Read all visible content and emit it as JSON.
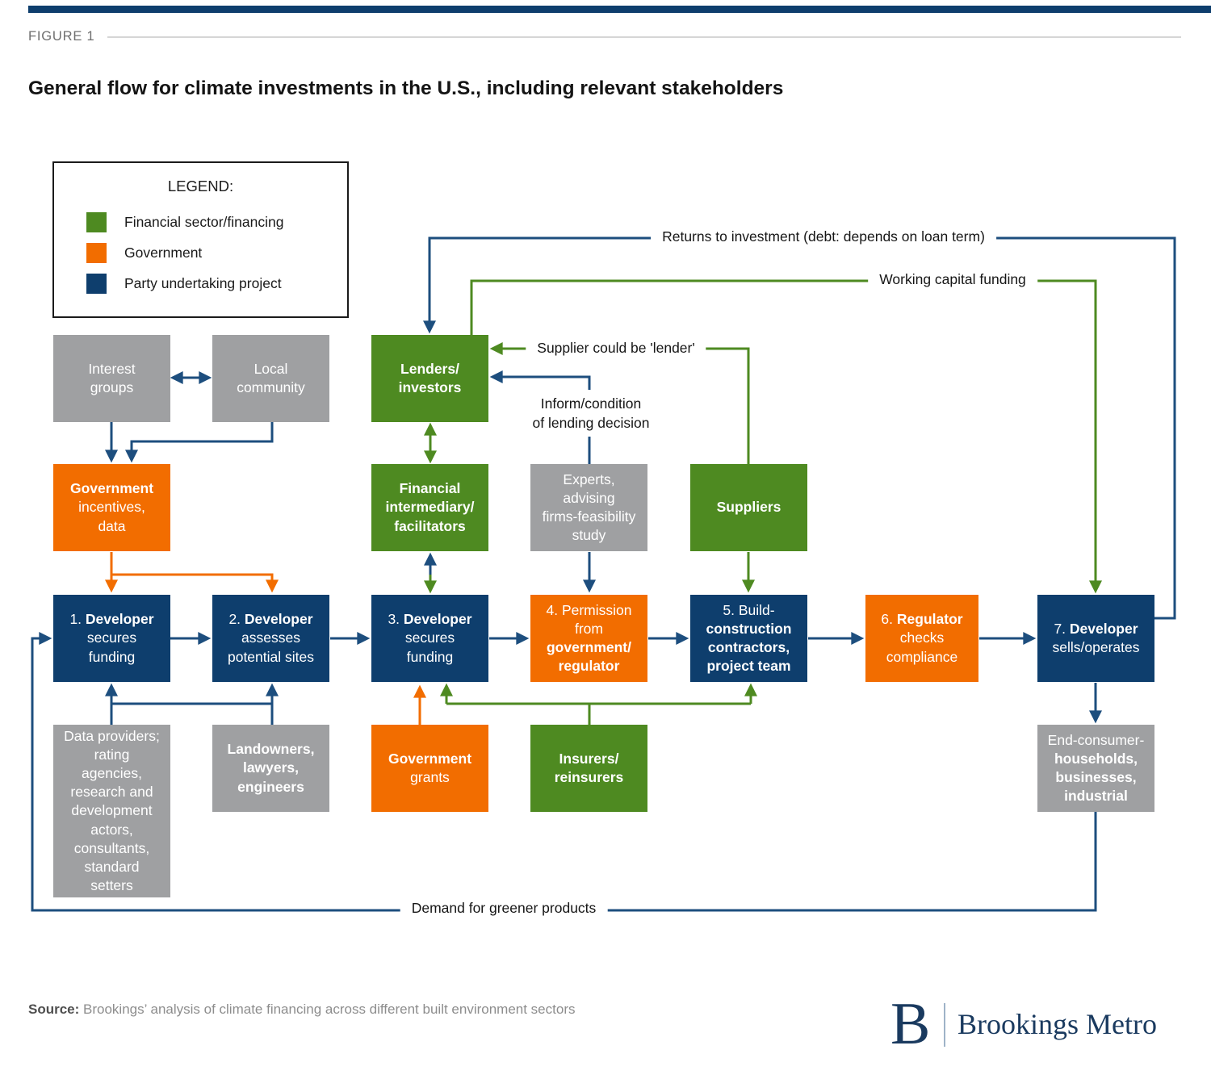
{
  "figure_label": "FIGURE 1",
  "title": "General flow for climate investments in the U.S., including relevant stakeholders",
  "legend": {
    "heading": "LEGEND:",
    "items": [
      {
        "key": "financial",
        "color": "#4E8A21",
        "label": "Financial sector/financing"
      },
      {
        "key": "government",
        "color": "#F26D00",
        "label": "Government"
      },
      {
        "key": "party",
        "color": "#0E3E6D",
        "label": "Party undertaking project"
      }
    ]
  },
  "colors": {
    "financial_green": "#4E8A21",
    "government_orange": "#F26D00",
    "party_navy": "#0E3E6D",
    "stakeholder_gray": "#9FA0A2",
    "wire_navy": "#1D4E7E"
  },
  "boxes": {
    "interest_groups": {
      "pre": "Interest\ngroups"
    },
    "local_community": {
      "pre": "Local\ncommunity"
    },
    "lenders": {
      "b": "Lenders/\ninvestors"
    },
    "gov_incentives": {
      "b": "Government",
      "post": "\nincentives,\ndata"
    },
    "fin_intermediary": {
      "b": "Financial\nintermediary/\nfacilitators"
    },
    "experts": {
      "pre": "Experts,\nadvising\nfirms-feasibility\nstudy"
    },
    "suppliers": {
      "b": "Suppliers"
    },
    "step1": {
      "pre": "1. ",
      "b": "Developer",
      "post": "\nsecures\nfunding"
    },
    "step2": {
      "pre": "2. ",
      "b": "Developer",
      "post": "\nassesses\npotential sites"
    },
    "step3": {
      "pre": "3. ",
      "b": "Developer",
      "post": "\nsecures\nfunding"
    },
    "step4": {
      "pre": "4. Permission\nfrom\n",
      "b": "government/\nregulator"
    },
    "step5": {
      "pre": "5. Build-\n",
      "b": "construction\ncontractors,\nproject team"
    },
    "step6": {
      "pre": "6. ",
      "b": "Regulator",
      "post": "\nchecks\ncompliance"
    },
    "step7": {
      "pre": "7. ",
      "b": "Developer",
      "post": "\nsells/operates"
    },
    "data_providers": {
      "pre": "Data providers;\nrating\nagencies,\nresearch and\ndevelopment\nactors,\nconsultants,\nstandard\nsetters"
    },
    "landowners": {
      "b": "Landowners,\nlawyers,\nengineers"
    },
    "gov_grants": {
      "b": "Government",
      "post": "\ngrants"
    },
    "insurers": {
      "b": "Insurers/\nreinsurers"
    },
    "end_consumer": {
      "pre": "End-consumer-\n",
      "b": "households,\nbusinesses,\nindustrial"
    }
  },
  "wire_labels": {
    "returns": "Returns to investment (debt: depends on loan term)",
    "working_capital": "Working capital funding",
    "supplier_lender": "Supplier could be 'lender'",
    "inform": "Inform/condition\nof lending decision",
    "demand": "Demand for greener products"
  },
  "footer": {
    "source_prefix": "Source:",
    "source_text": " Brookings’ analysis of climate financing across different built environment sectors",
    "logo_initial": "B",
    "logo_name": "Brookings Metro"
  }
}
